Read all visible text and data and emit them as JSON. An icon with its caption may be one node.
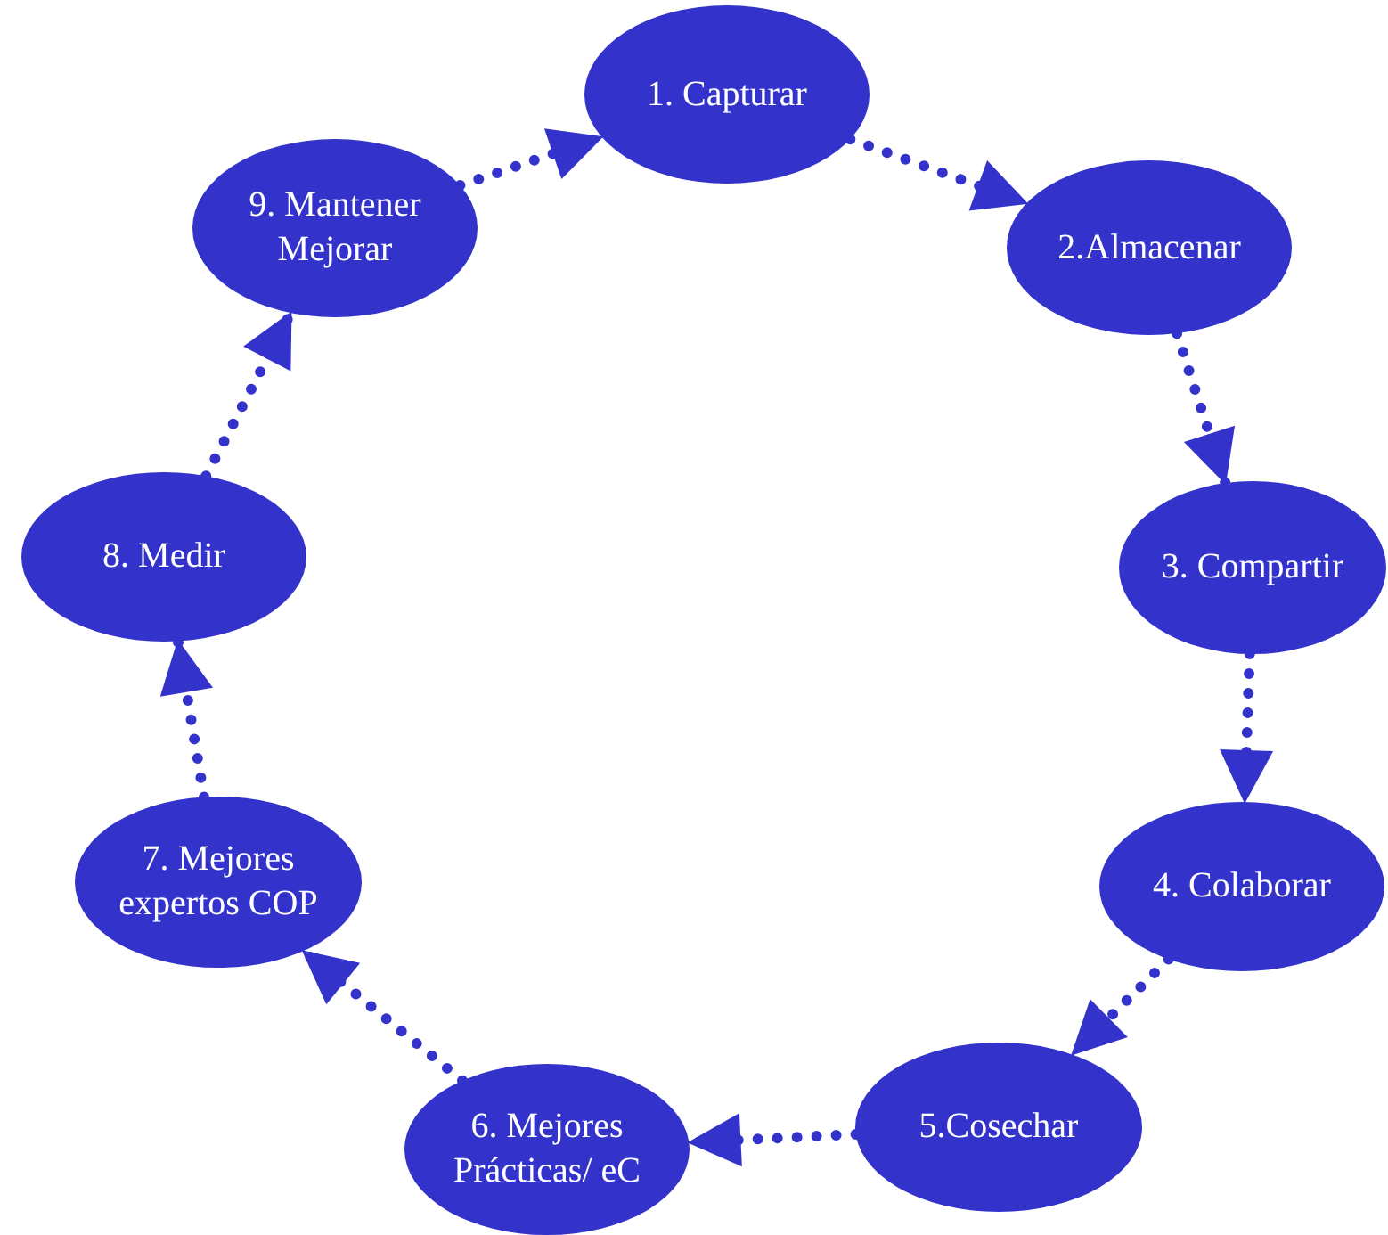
{
  "diagram": {
    "nodes": [
      {
        "text": [
          "1. Capturar"
        ]
      },
      {
        "text": [
          "2.Almacenar"
        ]
      },
      {
        "text": [
          "3. Compartir"
        ]
      },
      {
        "text": [
          "4. Colaborar"
        ]
      },
      {
        "text": [
          "5.Cosechar"
        ]
      },
      {
        "text": [
          "6. Mejores Prácticas/ eC"
        ]
      },
      {
        "text": [
          "7. Mejores expertos COP"
        ]
      },
      {
        "text": [
          "8. Medir"
        ]
      },
      {
        "text": [
          "9. Mantener Mejorar"
        ]
      }
    ],
    "edges": [
      {
        "from": 0,
        "to": 1,
        "arrow": "to"
      },
      {
        "from": 1,
        "to": 2,
        "arrow": "to"
      },
      {
        "from": 2,
        "to": 3,
        "arrow": "to"
      },
      {
        "from": 3,
        "to": 4,
        "arrow": "to"
      },
      {
        "from": 4,
        "to": 5,
        "arrow": "to"
      },
      {
        "from": 5,
        "to": 6,
        "arrow": "to"
      },
      {
        "from": 6,
        "to": 7,
        "arrow": "to"
      },
      {
        "from": 7,
        "to": 8,
        "arrow": "to"
      },
      {
        "from": 8,
        "to": 0,
        "arrow": "to"
      }
    ]
  }
}
